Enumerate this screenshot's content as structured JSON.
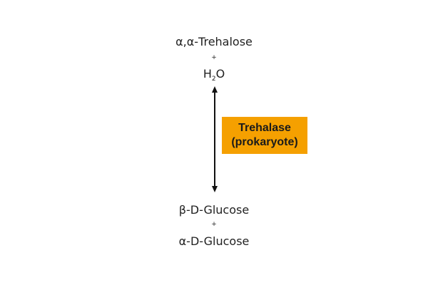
{
  "colors": {
    "enzyme_box_fill": "#f5a000",
    "text": "#222222",
    "arrow": "#111111"
  },
  "reactants": {
    "first": "α,α-Trehalose",
    "plus": "+",
    "second_prefix": "H",
    "second_subscript": "2",
    "second_suffix": "O"
  },
  "enzyme": {
    "line1": "Trehalase",
    "line2": "(prokaryote)"
  },
  "products": {
    "first": "β-D-Glucose",
    "plus": "+",
    "second": "α-D-Glucose"
  },
  "arrow": {
    "type": "double-headed-vertical"
  }
}
